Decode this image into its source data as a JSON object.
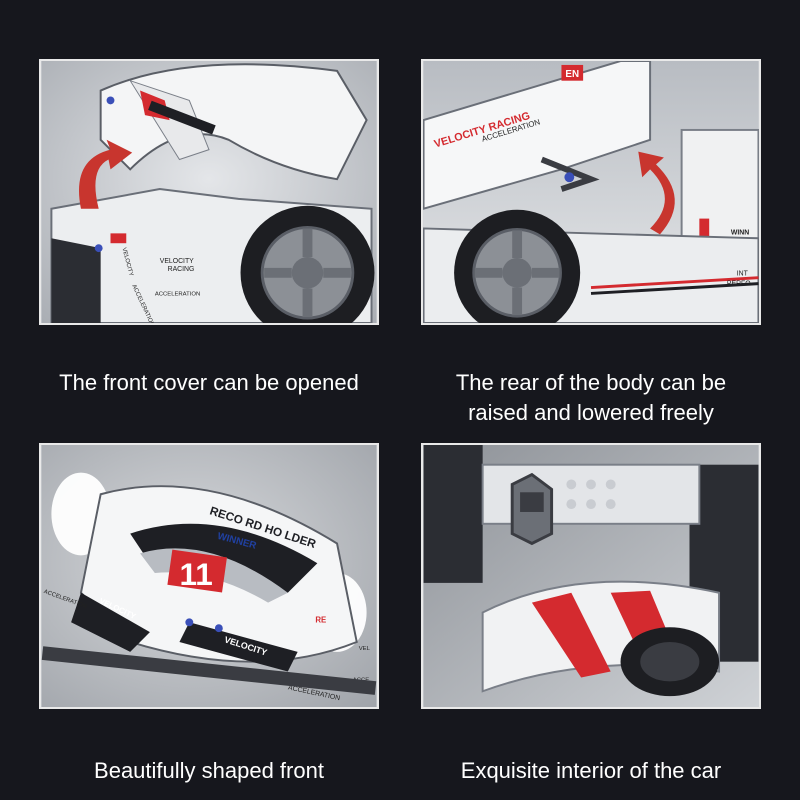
{
  "panels": [
    {
      "caption_lines": [
        "The front cover can be opened"
      ],
      "decal_text": [
        "VELOCITY",
        "RACING",
        "ACCELERATION",
        "VELOCITY",
        "ACCELERATION"
      ]
    },
    {
      "caption_lines": [
        "The rear of the body can be",
        "raised and lowered freely"
      ],
      "decal_text": [
        "VELOCITY RACING",
        "ACCELERATION",
        "EN",
        "WINN",
        "INT",
        "PERFO"
      ]
    },
    {
      "caption_lines": [
        "Beautifully shaped front"
      ],
      "decal_text": [
        "RECO RD HO LDER",
        "WINNER",
        "11",
        "VELOCITY",
        "VELOCITY",
        "ACCELERATION",
        "RE",
        "ACCELERATION",
        "VEL",
        "ACCE"
      ]
    },
    {
      "caption_lines": [
        "Exquisite interior of the car"
      ],
      "decal_text": []
    }
  ],
  "colors": {
    "background": "#16171d",
    "frame": "#e9e9e9",
    "caption": "#ffffff",
    "accent_red": "#d42a2f",
    "arrow_red": "#c8352e"
  }
}
